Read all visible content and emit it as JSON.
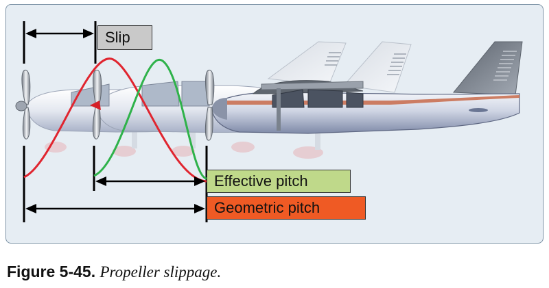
{
  "labels": {
    "slip": "Slip",
    "effective_pitch": "Effective pitch",
    "geometric_pitch": "Geometric pitch"
  },
  "caption": {
    "number": "Figure 5-45.",
    "text": "Propeller slippage."
  },
  "colors": {
    "panel_bg": "#e6edf3",
    "panel_border": "#7d93a6",
    "red_curve": "#e0252f",
    "green_curve": "#2fb24a",
    "slip_box": "#c9c9c9",
    "effective_box": "#bfd98a",
    "geometric_box": "#ef5a24"
  }
}
